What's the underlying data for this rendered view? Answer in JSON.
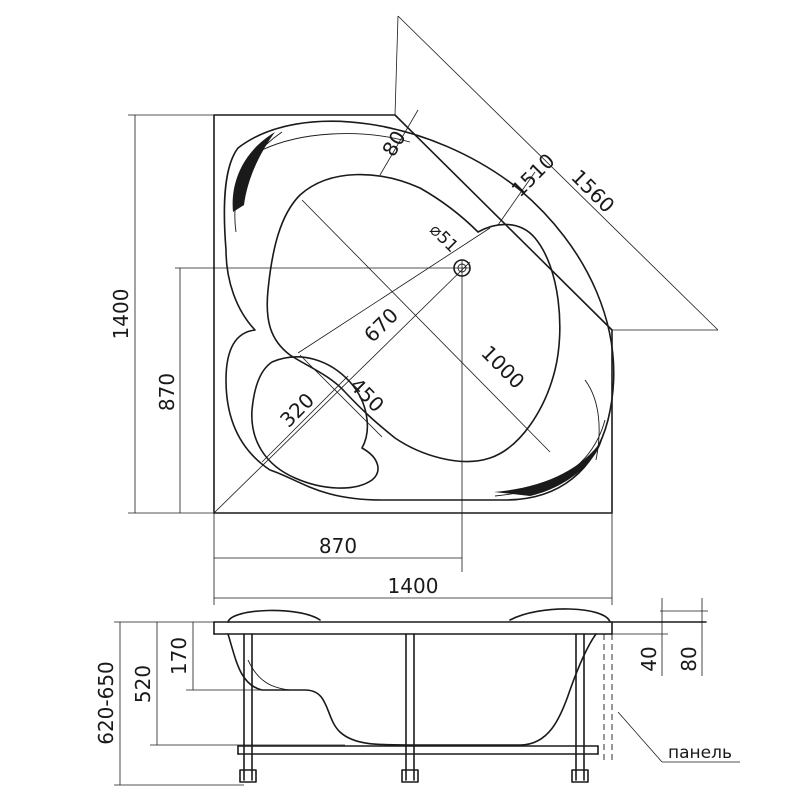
{
  "top_view": {
    "width": "1400",
    "height": "1400",
    "left_height": "870",
    "bottom_width": "870",
    "diagonal_outer": "1560",
    "diagonal_inner": "1510",
    "rim": "80",
    "drain": "⌀51",
    "basin_width": "670",
    "basin_length": "1000",
    "seat_width": "320",
    "seat_length": "450"
  },
  "side_view": {
    "total_height": "620-650",
    "tub_depth": "520",
    "step_height": "170",
    "rim_40": "40",
    "rim_80": "80",
    "panel_label": "панель"
  }
}
